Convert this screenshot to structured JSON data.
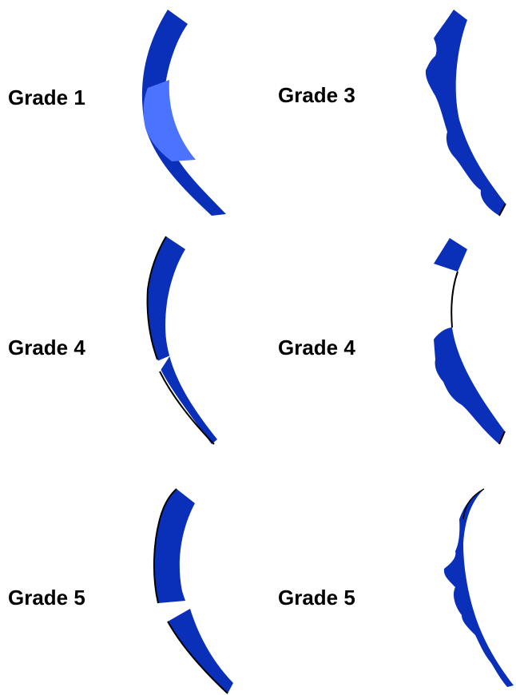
{
  "colors": {
    "segment": "#0A2FB8",
    "highlight": "#4A74FF",
    "outline": "#000000",
    "background": "#FFFFFF"
  },
  "panels": [
    {
      "label": "Grade 1"
    },
    {
      "label": "Grade 3"
    },
    {
      "label": "Grade 4"
    },
    {
      "label": "Grade 4"
    },
    {
      "label": "Grade 5"
    },
    {
      "label": "Grade 5"
    }
  ]
}
